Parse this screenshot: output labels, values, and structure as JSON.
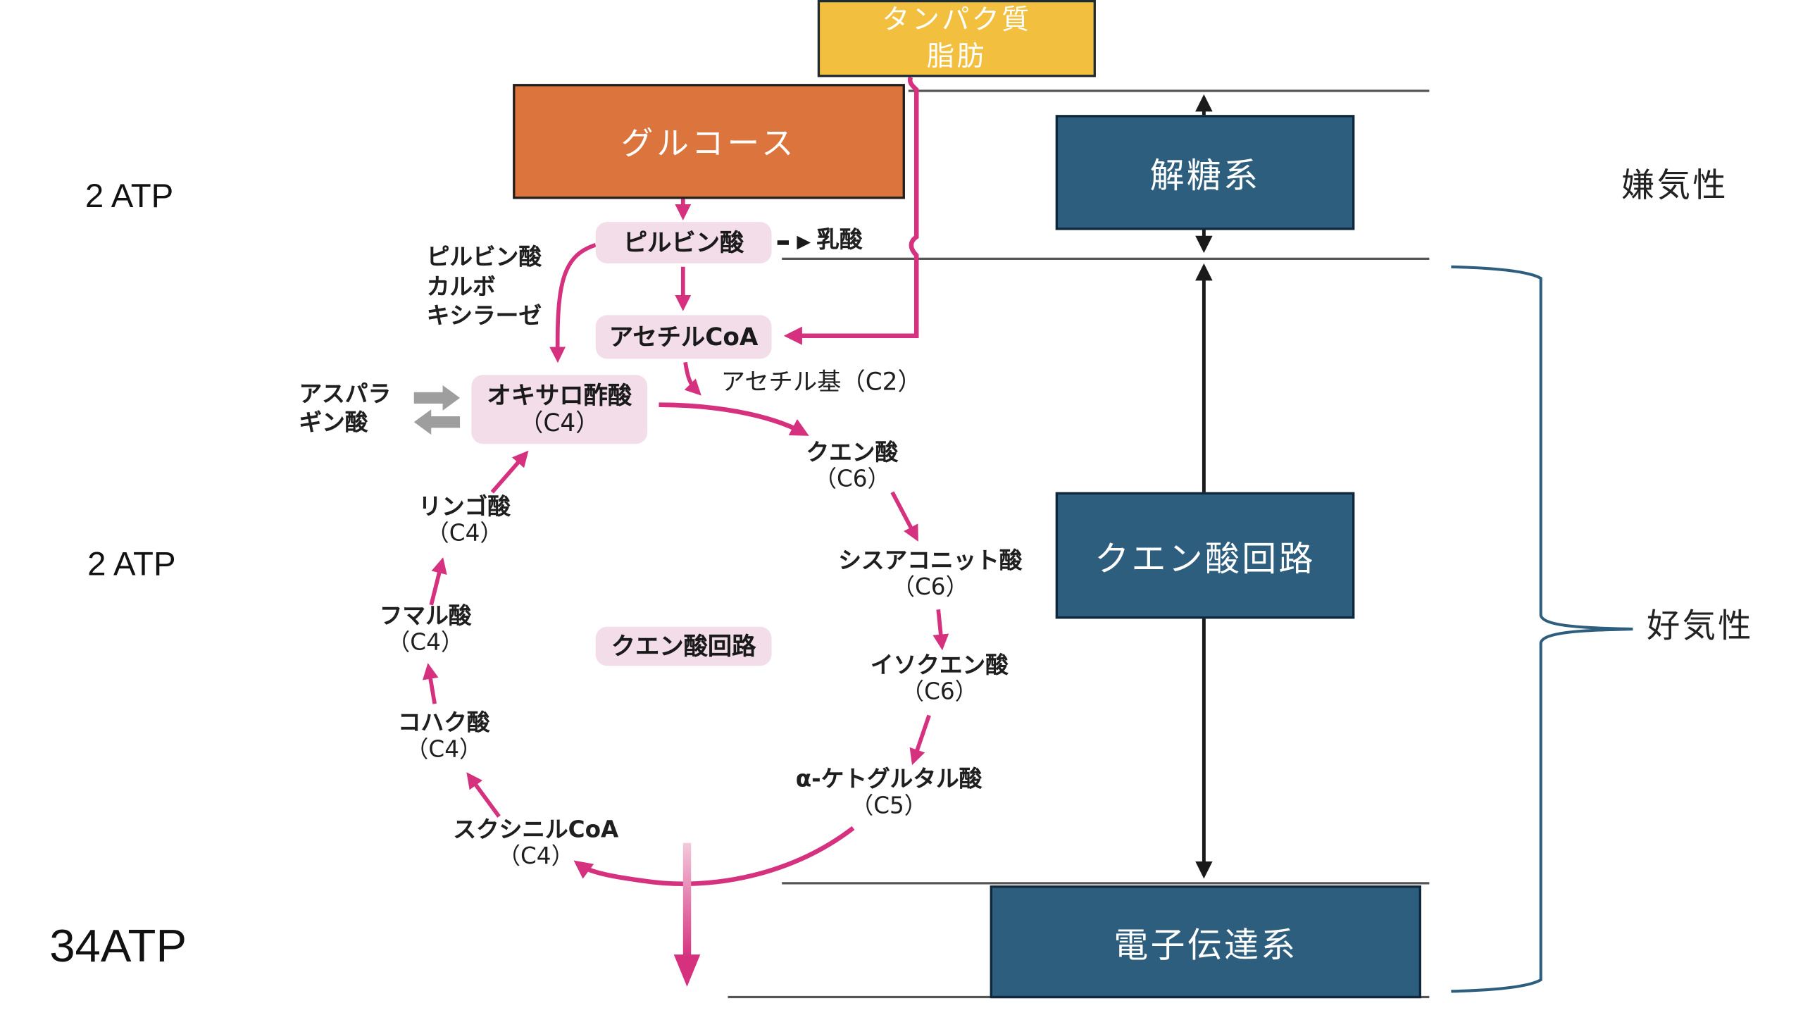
{
  "colors": {
    "glucose_box": "#dc743d",
    "protein_fat_box": "#f2bf3e",
    "stage_box": "#2e5e7e",
    "pathway_arrow": "#d6317f",
    "metabolite_pill": "#f3dde9",
    "aside_arrow": "#9e9e9e",
    "brace": "#2e5e7e"
  },
  "inputs": {
    "protein_fat": {
      "line1": "タンパク質",
      "line2": "脂肪"
    },
    "glucose": "グルコース"
  },
  "stages": {
    "glycolysis": "解糖系",
    "citric_acid_cycle": "クエン酸回路",
    "electron_transport": "電子伝達系"
  },
  "atp": {
    "glycolysis": "2 ATP",
    "citric_acid_cycle": "2 ATP",
    "electron_transport": "34ATP"
  },
  "conditions": {
    "anaerobic": "嫌気性",
    "aerobic": "好気性"
  },
  "pathway": {
    "pyruvate": "ピルビン酸",
    "lactate": "乳酸",
    "enzyme": {
      "line1": "ピルビン酸",
      "line2": "カルボ",
      "line3": "キシラーゼ"
    },
    "acetyl_coa": "アセチルCoA",
    "acetyl_group": "アセチル基（C2）",
    "oxaloacetate": {
      "name": "オキサロ酢酸",
      "carbon": "（C4）"
    },
    "asparagine": {
      "line1": "アスパラ",
      "line2": "ギン酸"
    },
    "cycle_label": "クエン酸回路",
    "cycle": [
      {
        "id": "citrate",
        "name": "クエン酸",
        "carbon": "（C6）"
      },
      {
        "id": "cis-aconitate",
        "name": "シスアコニット酸",
        "carbon": "（C6）"
      },
      {
        "id": "isocitrate",
        "name": "イソクエン酸",
        "carbon": "（C6）"
      },
      {
        "id": "alpha-ketoglutarate",
        "name": "α-ケトグルタル酸",
        "carbon": "（C5）"
      },
      {
        "id": "succinyl-coa",
        "name": "スクシニルCoA",
        "carbon": "（C4）"
      },
      {
        "id": "succinate",
        "name": "コハク酸",
        "carbon": "（C4）"
      },
      {
        "id": "fumarate",
        "name": "フマル酸",
        "carbon": "（C4）"
      },
      {
        "id": "malate",
        "name": "リンゴ酸",
        "carbon": "（C4）"
      }
    ]
  }
}
